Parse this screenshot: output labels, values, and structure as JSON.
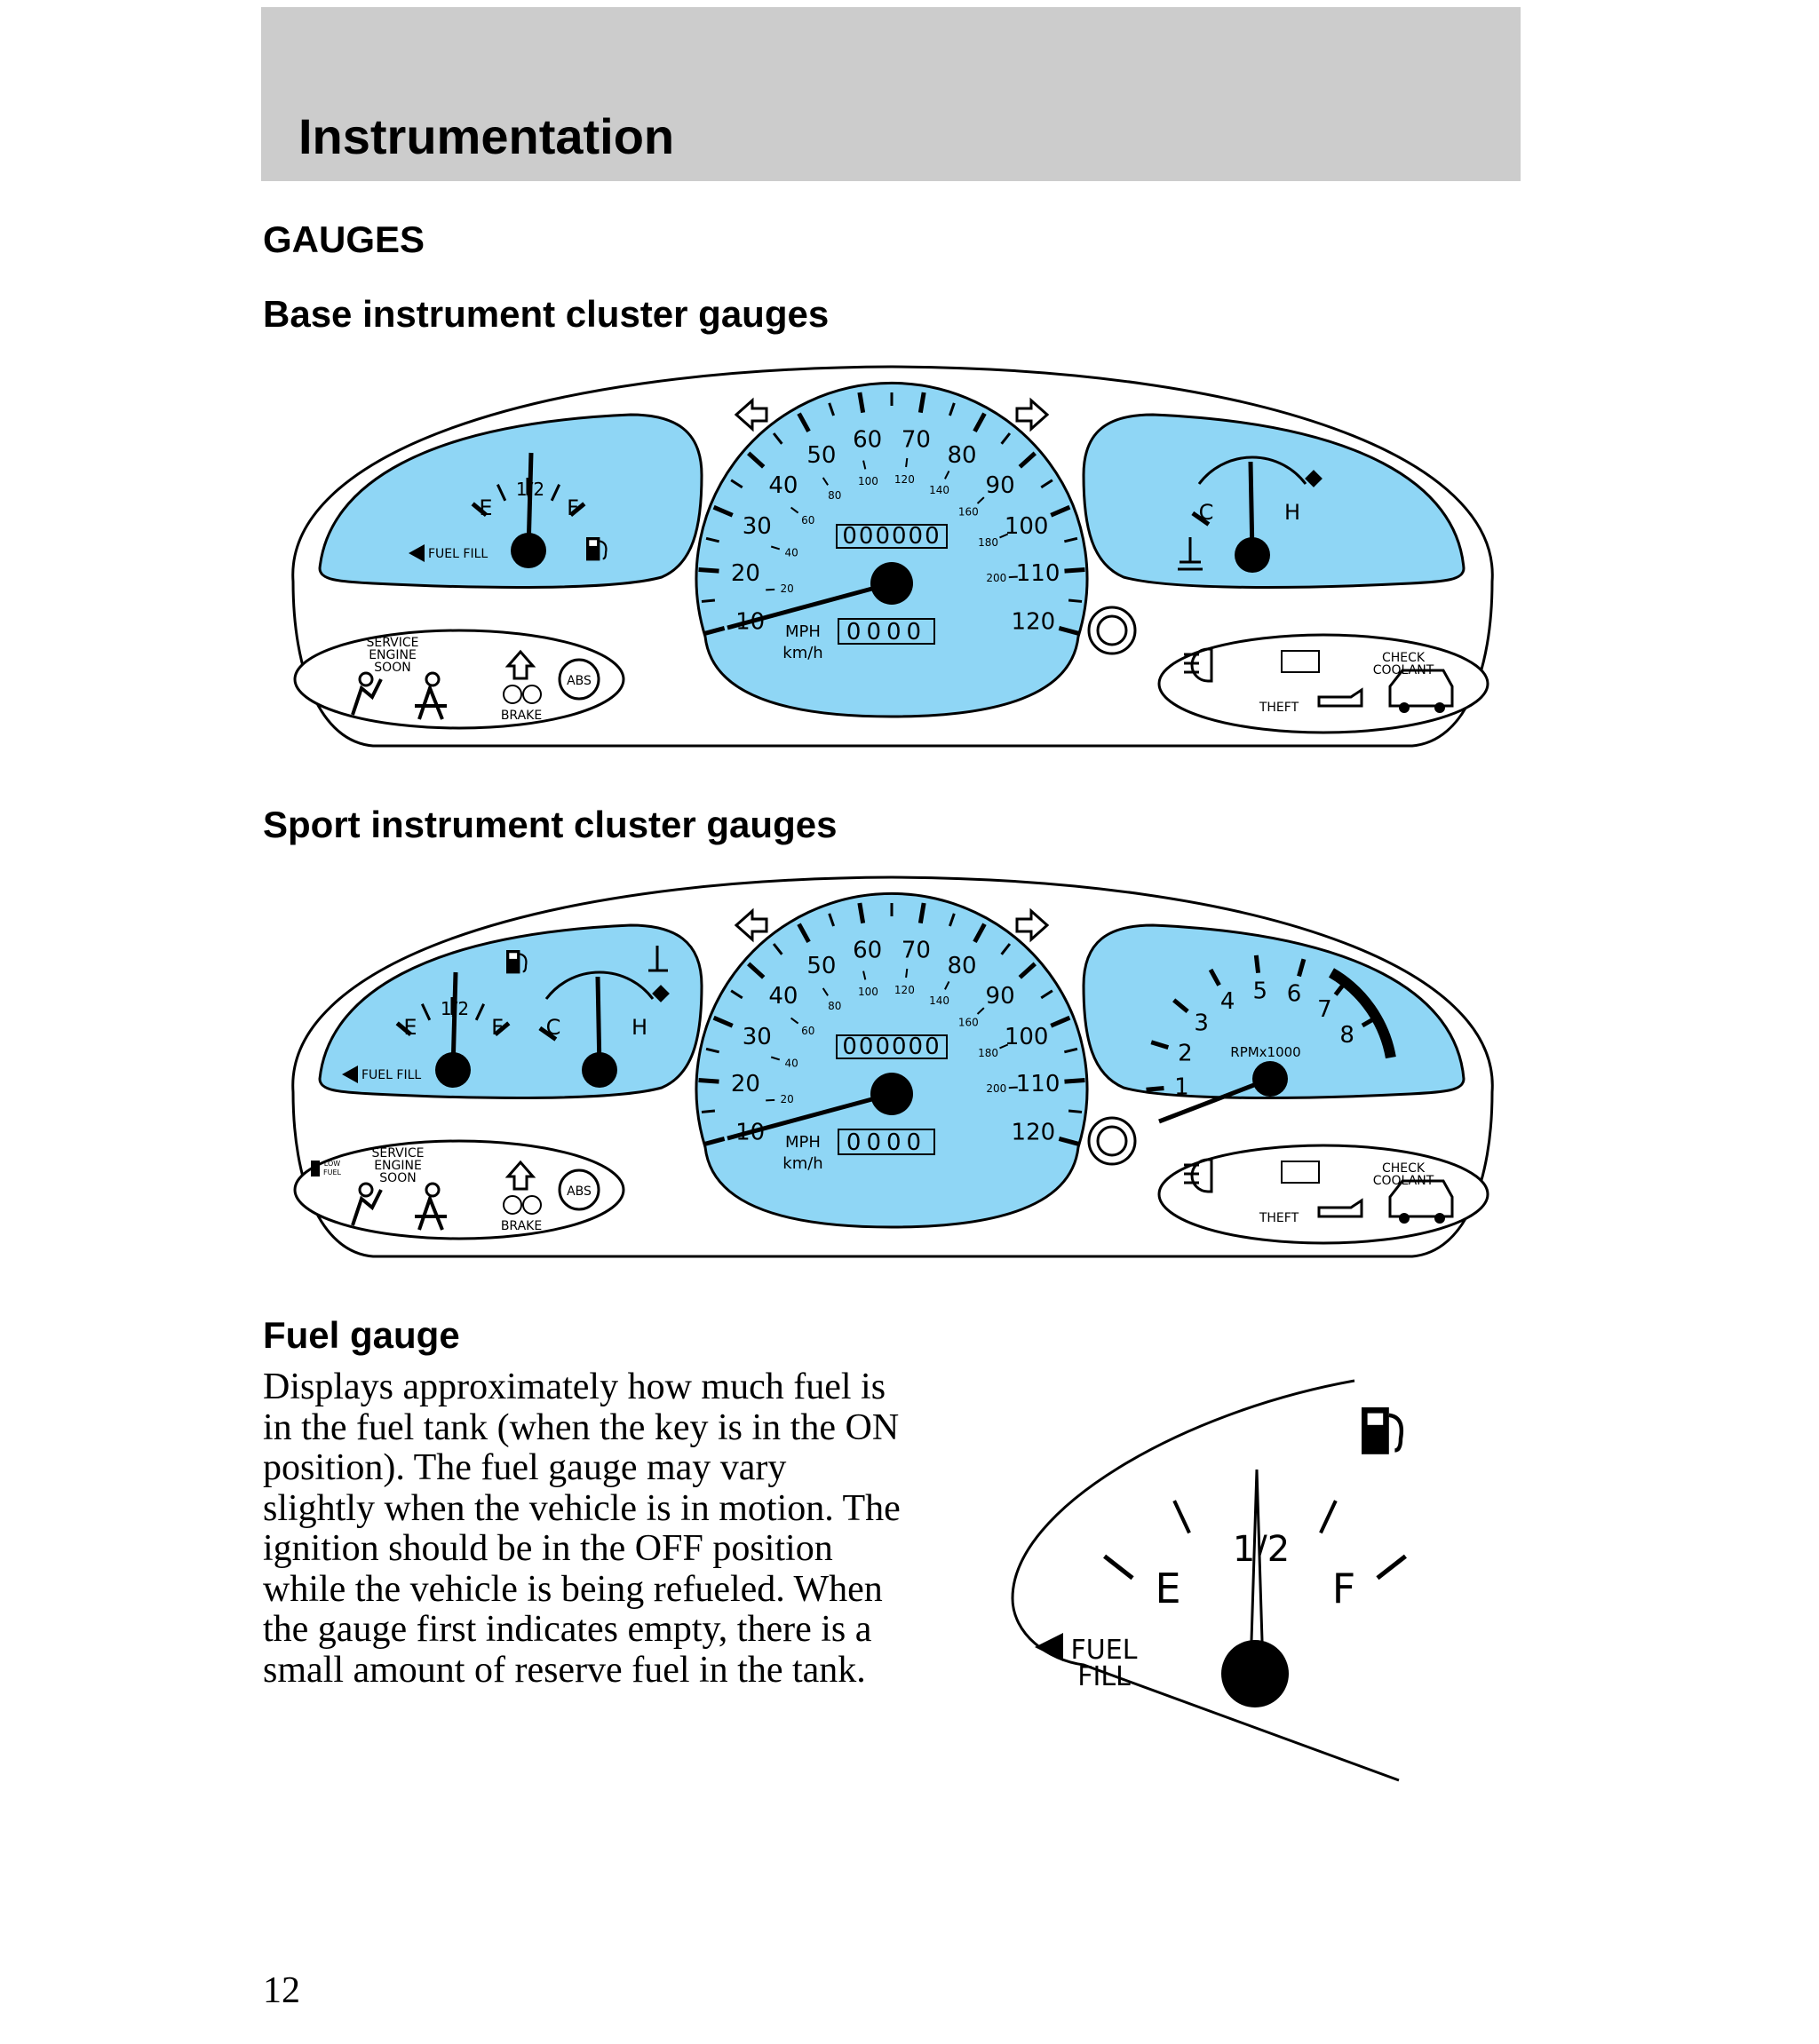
{
  "header": {
    "title": "Instrumentation"
  },
  "section_title": "GAUGES",
  "base_cluster": {
    "title": "Base instrument cluster gauges",
    "fuel": {
      "empty": "E",
      "half": "1/2",
      "full": "F",
      "fuel_fill": "FUEL FILL"
    },
    "speedometer": {
      "mph_ticks": [
        "10",
        "20",
        "30",
        "40",
        "50",
        "60",
        "70",
        "80",
        "90",
        "100",
        "110",
        "120"
      ],
      "kmh_ticks": [
        "20",
        "40",
        "60",
        "80",
        "100",
        "120",
        "140",
        "160",
        "180",
        "200"
      ],
      "odometer": "000000",
      "trip": "0000",
      "unit_mph": "MPH",
      "unit_kmh": "km/h"
    },
    "temperature": {
      "cold": "C",
      "hot": "H"
    },
    "left_warnings": {
      "service_engine_soon": [
        "SERVICE",
        "ENGINE",
        "SOON"
      ],
      "brake": "BRAKE",
      "abs": "ABS"
    },
    "right_warnings": {
      "check_coolant": [
        "CHECK",
        "COOLANT"
      ],
      "theft": "THEFT"
    }
  },
  "sport_cluster": {
    "title": "Sport instrument cluster gauges",
    "fuel": {
      "empty": "E",
      "half": "1/2",
      "full": "F",
      "fuel_fill": "FUEL FILL"
    },
    "temperature": {
      "cold": "C",
      "hot": "H"
    },
    "tachometer": {
      "ticks": [
        "1",
        "2",
        "3",
        "4",
        "5",
        "6",
        "7",
        "8"
      ],
      "unit": "RPMx1000"
    },
    "left_warnings": {
      "low_fuel": [
        "LOW",
        "FUEL"
      ],
      "service_engine_soon": [
        "SERVICE",
        "ENGINE",
        "SOON"
      ],
      "brake": "BRAKE",
      "abs": "ABS"
    },
    "right_warnings": {
      "check_coolant": [
        "CHECK",
        "COOLANT"
      ],
      "theft": "THEFT"
    }
  },
  "fuel_gauge_section": {
    "title": "Fuel gauge",
    "body": "Displays approximately how much fuel is in the fuel tank (when the key is in the ON position). The fuel gauge may vary slightly when the vehicle is in motion. The ignition should be in the OFF position while the vehicle is being refueled. When the gauge first indicates empty, there is a small amount of reserve fuel in the tank.",
    "figure": {
      "empty": "E",
      "half": "1/2",
      "full": "F",
      "fuel_fill": [
        "FUEL",
        "FILL"
      ]
    }
  },
  "page_number": "12",
  "colors": {
    "gauge_face": "#8fd6f5",
    "header_band": "#cccccc"
  }
}
